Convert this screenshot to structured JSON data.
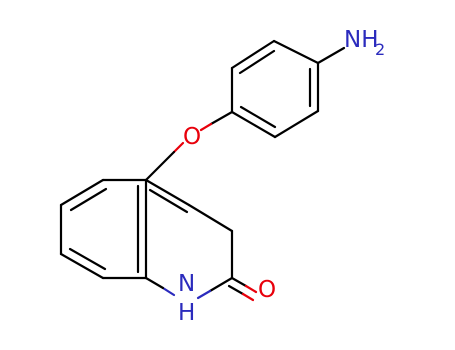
{
  "atoms": {
    "amine": {
      "symbol": "NH",
      "subscript": "2"
    },
    "ether_oxygen": {
      "symbol": "O"
    },
    "carbonyl_oxygen": {
      "symbol": "O"
    },
    "ring_nitrogen": {
      "symbol": "N"
    },
    "ring_nitrogen_h": {
      "symbol": "H"
    }
  },
  "colors": {
    "bond": "#000000",
    "oxygen": "#e8000b",
    "nitrogen": "#2b2bbd",
    "background": "#ffffff"
  }
}
